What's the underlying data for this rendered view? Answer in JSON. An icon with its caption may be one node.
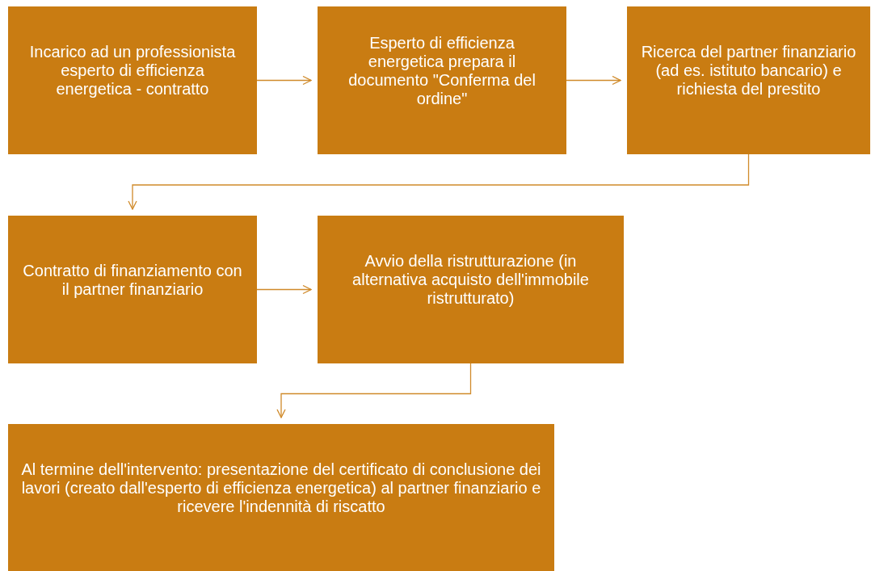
{
  "diagram": {
    "nodes": [
      {
        "text": [
          "Incarico ad un professionista esperto di efficienza energetica - contratto"
        ]
      },
      {
        "text": [
          "Esperto di efficienza energetica prepara il documento \"Conferma del ordine\""
        ]
      },
      {
        "text": [
          "Ricerca del partner finanziario (ad es. istituto bancario) e richiesta del prestito"
        ]
      },
      {
        "text": [
          "Contratto di finanziamento con il partner finanziario"
        ]
      },
      {
        "text": [
          "Avvio della ristrutturazione (in alternativa acquisto dell'immobile ristrutturato)"
        ]
      },
      {
        "text": [
          "Al termine dell'intervento: presentazione del certificato di conclusione dei lavori (creato dall'esperto di efficienza energetica) al partner finanziario e ricevere l'indennità di riscatto"
        ]
      }
    ],
    "edges": [
      {
        "from": 0,
        "to": 1,
        "arrow": "to"
      },
      {
        "from": 1,
        "to": 2,
        "arrow": "to"
      },
      {
        "from": 2,
        "to": 3,
        "arrow": "to"
      },
      {
        "from": 3,
        "to": 4,
        "arrow": "to"
      },
      {
        "from": 4,
        "to": 5,
        "arrow": "to"
      }
    ]
  }
}
